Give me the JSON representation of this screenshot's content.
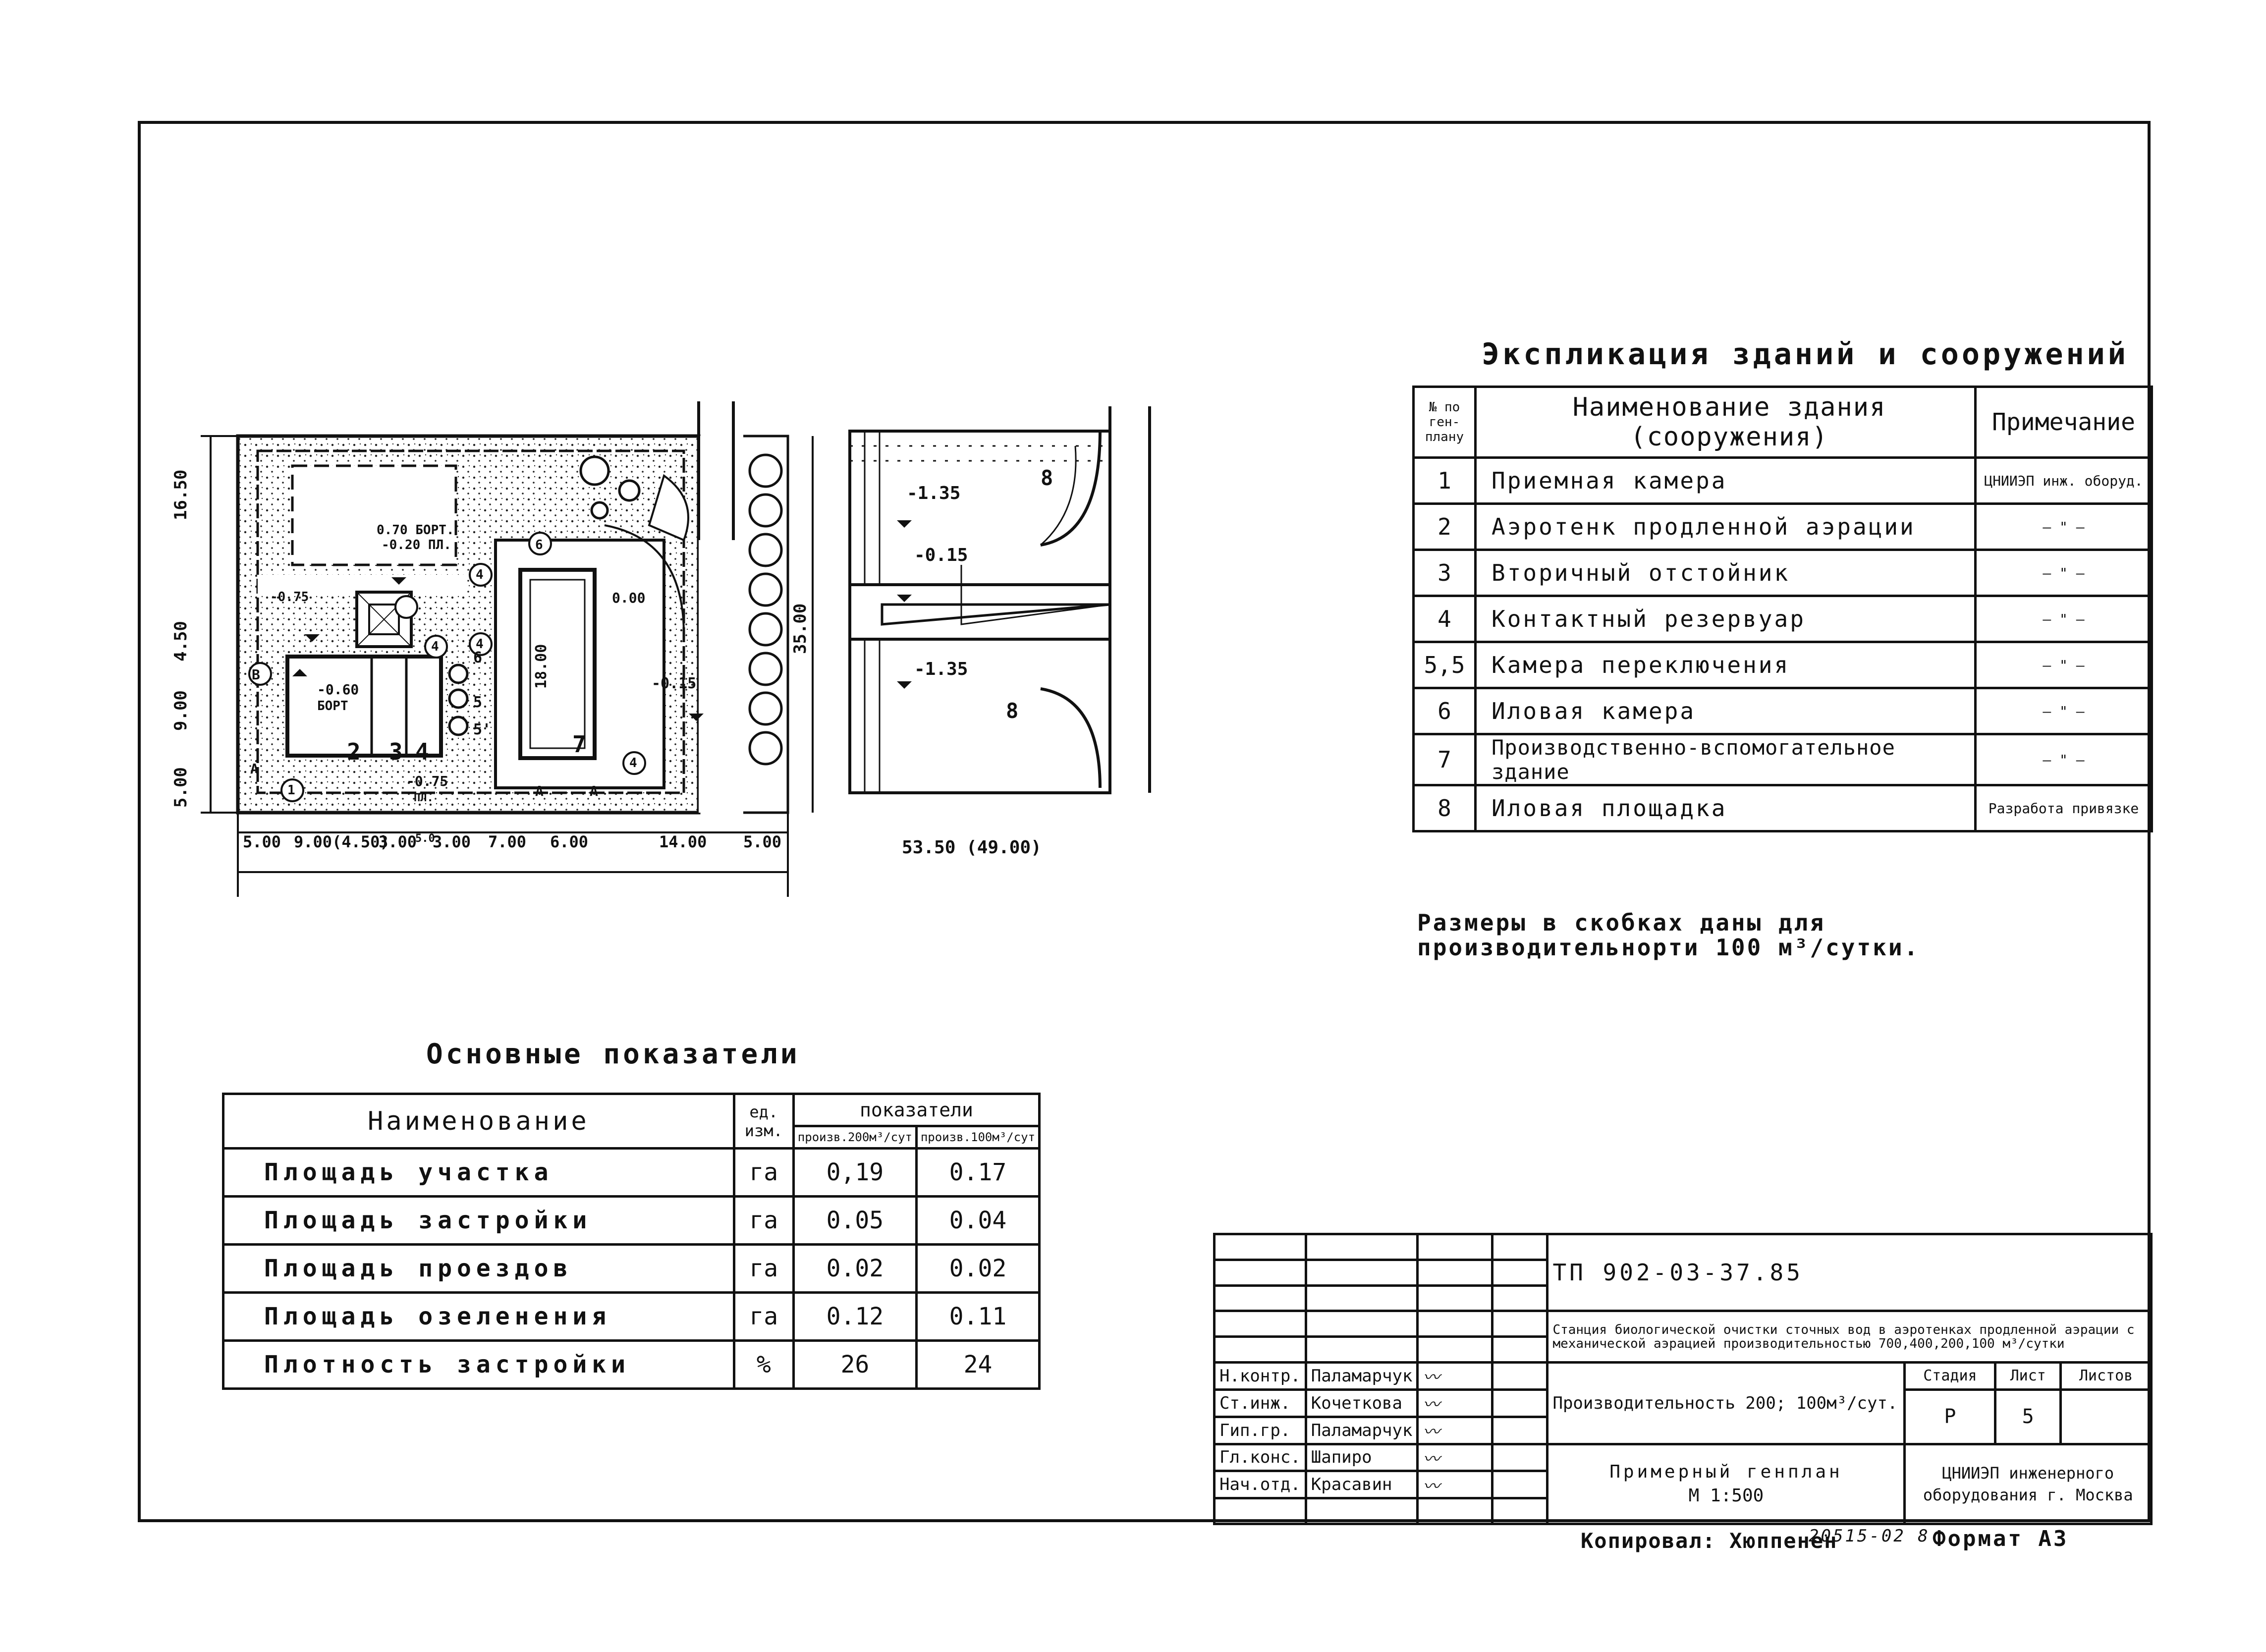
{
  "explication": {
    "title": "Экспликация зданий и сооружений",
    "header": {
      "num": "№ по ген-плану",
      "name": "Наименование здания (сооружения)",
      "note": "Примечание"
    },
    "rows": [
      {
        "num": "1",
        "name": "Приемная камера",
        "note": "ЦНИИЭП инж. оборуд."
      },
      {
        "num": "2",
        "name": "Аэротенк продленной аэрации",
        "note": "— \" —"
      },
      {
        "num": "3",
        "name": "Вторичный отстойник",
        "note": "— \" —"
      },
      {
        "num": "4",
        "name": "Контактный резервуар",
        "note": "— \" —"
      },
      {
        "num": "5,5",
        "name": "Камера переключения",
        "note": "— \" —"
      },
      {
        "num": "6",
        "name": "Иловая камера",
        "note": "— \" —"
      },
      {
        "num": "7",
        "name": "Производственно-вспомогательное здание",
        "note": "— \" —"
      },
      {
        "num": "8",
        "name": "Иловая площадка",
        "note": "Разработа привязке"
      }
    ]
  },
  "remark": {
    "line1": "Размеры в скобках даны для",
    "line2": "производительнорти 100 м³/сутки."
  },
  "indicators": {
    "title": "Основные показатели",
    "header": {
      "name": "Наименование",
      "unit": "ед. изм.",
      "group": "показатели",
      "col1": "произв.200м³/сут",
      "col2": "произв.100м³/сут"
    },
    "rows": [
      {
        "name": "Площадь участка",
        "unit": "га",
        "v1": "0,19",
        "v2": "0.17"
      },
      {
        "name": "Площадь застройки",
        "unit": "га",
        "v1": "0.05",
        "v2": "0.04"
      },
      {
        "name": "Площадь проездов",
        "unit": "га",
        "v1": "0.02",
        "v2": "0.02"
      },
      {
        "name": "Площадь озеленения",
        "unit": "га",
        "v1": "0.12",
        "v2": "0.11"
      },
      {
        "name": "Плотность застройки",
        "unit": "%",
        "v1": "26",
        "v2": "24"
      }
    ]
  },
  "plan": {
    "dims_bottom": [
      "5.00",
      "9.00(4.50)",
      "3.00",
      "5.0",
      "3.00",
      "7.00",
      "6.00",
      "14.00",
      "5.00"
    ],
    "total": "53.50 (49.00)",
    "dims_left": [
      "16.50",
      "4.50",
      "9.00",
      "5.00"
    ],
    "dim_right": "35.00",
    "marks": {
      "m1": "0.70 БОРТ.",
      "m2": "-0.20 ПЛ.",
      "m3": "-0.75",
      "m4": "-0.60",
      "m4b": "БОРТ",
      "m5": "-0.75",
      "m5b": "ПЛ.",
      "m6": "0.00",
      "m7": "-0.15",
      "m8": "18.00"
    },
    "labels": {
      "b2": "2",
      "b3": "3",
      "b4": "4",
      "b7": "7",
      "c4a": "4",
      "c4b": "4",
      "c4c": "4",
      "c6": "6",
      "c5": "5",
      "c5b": "5'",
      "c6b": "6",
      "c1": "1",
      "c4d": "4",
      "A1": "A",
      "A2": "A",
      "A3": "A",
      "B1": "B"
    }
  },
  "sludge": {
    "m1": "-1.35",
    "m2": "-0.15",
    "m3": "-1.35",
    "l8a": "8",
    "l8b": "8"
  },
  "titleblock": {
    "code": "ТП 902-03-37.85",
    "description": "Станция биологической очистки сточных вод в аэротенках продленной аэрации с механической аэрацией производительностью 700,400,200,100 м³/сутки",
    "object": "Производительность 200; 100м³/сут.",
    "stage_h": "Стадия",
    "sheet_h": "Лист",
    "sheets_h": "Листов",
    "stage": "Р",
    "sheet": "5",
    "sheets": "",
    "drawing": "Примерный генплан",
    "scale": "М 1:500",
    "org": "ЦНИИЭП инженерного оборудования г. Москва",
    "people": [
      {
        "role": "Н.контр.",
        "name": "Паламарчук"
      },
      {
        "role": "Ст.инж.",
        "name": "Кочеткова"
      },
      {
        "role": "Гип.гр.",
        "name": "Паламарчук"
      },
      {
        "role": "Гл.конс.",
        "name": "Шапиро"
      },
      {
        "role": "Нач.отд.",
        "name": "Красавин"
      }
    ]
  },
  "footer": {
    "copied": "Копировал: Хюппенен",
    "number": "20515-02 8",
    "format": "Формат А3"
  }
}
